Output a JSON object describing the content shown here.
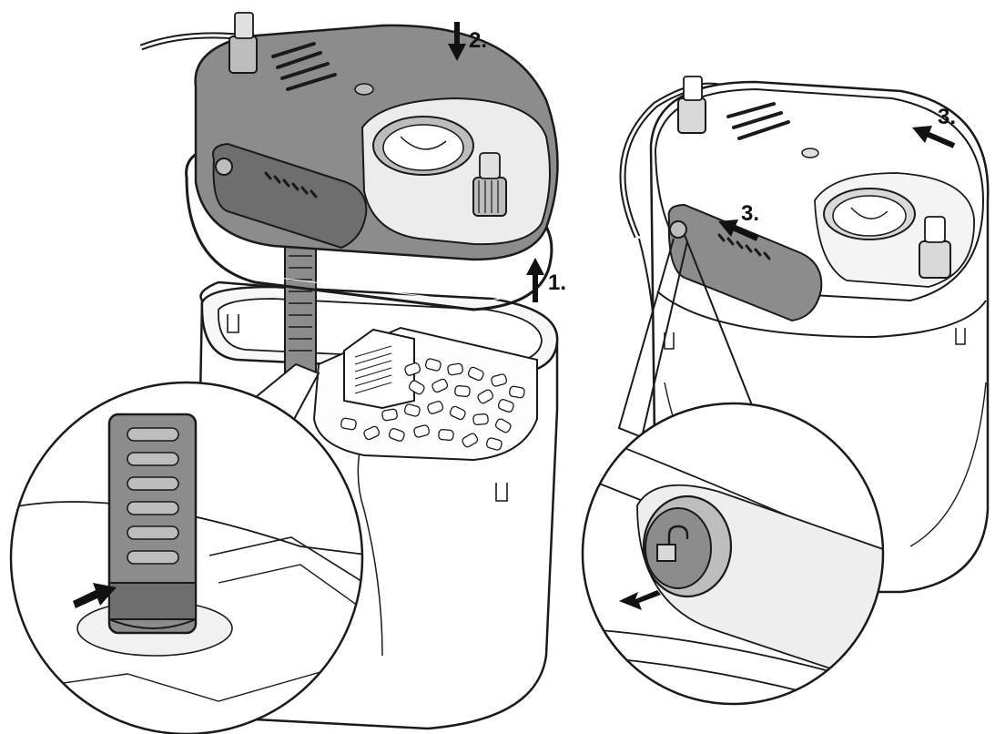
{
  "labels": {
    "step1": "1.",
    "step2": "2.",
    "step3_top": "3.",
    "step3_side": "3."
  },
  "colors": {
    "outline": "#1a1a1a",
    "shade": "#8c8c8c",
    "shade_dark": "#6e6e6e",
    "light": "#f4f4f4",
    "background": "#ffffff"
  }
}
